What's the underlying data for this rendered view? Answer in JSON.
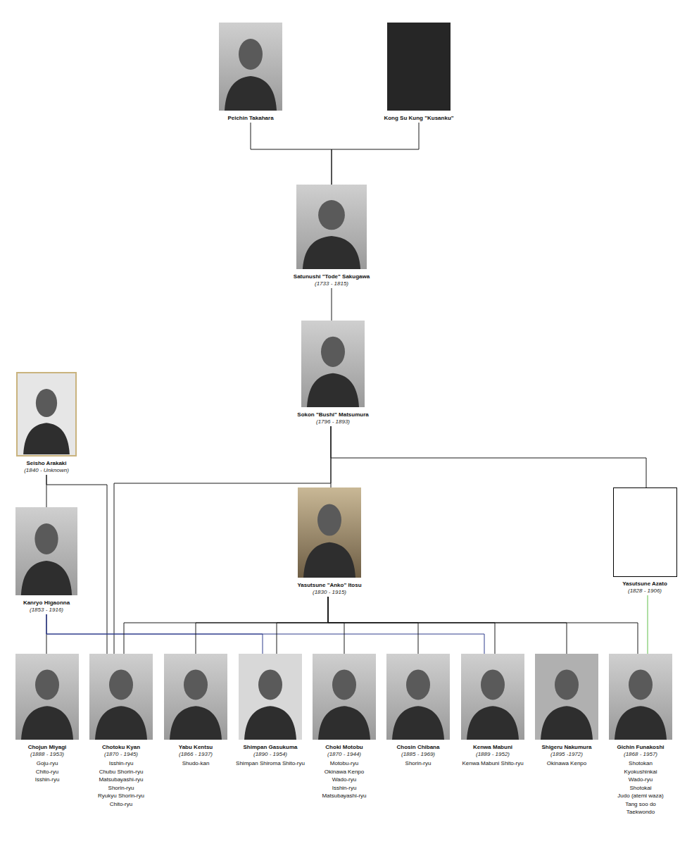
{
  "diagram": {
    "nodes": [
      {
        "text": [
          "Peichin Takahara"
        ]
      },
      {
        "text": [
          "Kong Su Kung \"Kusanku\""
        ]
      },
      {
        "text": [
          "Satunushi \"Tode\" Sakugawa",
          "(1733 - 1815)"
        ]
      },
      {
        "text": [
          "Sokon \"Bushi\" Matsumura",
          "(1796 - 1893)"
        ]
      },
      {
        "text": [
          "Seisho Arakaki",
          "(1840 - Unknown)"
        ]
      },
      {
        "text": [
          "Kanryo Higaonna",
          "(1853 - 1916)"
        ]
      },
      {
        "text": [
          "Yasutsune \"Anko\" Itosu",
          "(1830 - 1915)"
        ]
      },
      {
        "text": [
          "Yasutsune Azato",
          "(1828 - 1906)"
        ]
      },
      {
        "text": [
          "Chojun Miyagi",
          "(1888 - 1953)",
          "Goju-ryu",
          "Chito-ryu",
          "Isshin-ryu"
        ]
      },
      {
        "text": [
          "Chotoku Kyan",
          "(1870 - 1945)",
          "Isshin-ryu",
          "Chubu Shorin-ryu",
          "Matsubayashi-ryu",
          "Shorin-ryu",
          "Ryukyu Shorin-ryu",
          "Chito-ryu"
        ]
      },
      {
        "text": [
          "Yabu Kentsu",
          "(1866 - 1937)",
          "Shudo-kan"
        ]
      },
      {
        "text": [
          "Shimpan Gasukuma",
          "(1890 - 1954)",
          "Shimpan Shiroma Shito-ryu"
        ]
      },
      {
        "text": [
          "Choki Motobu",
          "(1870 - 1944)",
          "Motobu-ryu",
          "Okinawa Kenpo",
          "Wado-ryu",
          "Isshin-ryu",
          "Matsubayashi-ryu"
        ]
      },
      {
        "text": [
          "Chosin Chibana",
          "(1885 - 1969)",
          "Shorin-ryu"
        ]
      },
      {
        "text": [
          "Kenwa Mabuni",
          "(1889 - 1952)",
          "Kenwa Mabuni Shito-ryu"
        ]
      },
      {
        "text": [
          "Shigeru Nakumura",
          "(1895 -1972)",
          "Okinawa Kenpo"
        ]
      },
      {
        "text": [
          "Gichin Funakoshi",
          "(1868 - 1957)",
          "Shotokan",
          "Kyokushinkai",
          "Wado-ryu",
          "Shotokai",
          "Judo (atemi waza)",
          "Tang soo do",
          "Taekwondo"
        ]
      }
    ],
    "edges": [
      {
        "from": 0,
        "to": 2,
        "arrow": "none"
      },
      {
        "from": 1,
        "to": 2,
        "arrow": "none"
      },
      {
        "from": 2,
        "to": 3,
        "arrow": "none"
      },
      {
        "from": 3,
        "to": 6,
        "arrow": "none"
      },
      {
        "from": 3,
        "to": 7,
        "arrow": "none"
      },
      {
        "from": 3,
        "to": 9,
        "arrow": "none"
      },
      {
        "from": 4,
        "to": 5,
        "arrow": "none"
      },
      {
        "from": 4,
        "to": 9,
        "arrow": "none"
      },
      {
        "from": 5,
        "to": 8,
        "arrow": "none"
      },
      {
        "from": 5,
        "to": 11,
        "arrow": "none"
      },
      {
        "from": 5,
        "to": 14,
        "arrow": "none"
      },
      {
        "from": 6,
        "to": 9,
        "arrow": "none"
      },
      {
        "from": 6,
        "to": 10,
        "arrow": "none"
      },
      {
        "from": 6,
        "to": 11,
        "arrow": "none"
      },
      {
        "from": 6,
        "to": 12,
        "arrow": "none"
      },
      {
        "from": 6,
        "to": 13,
        "arrow": "none"
      },
      {
        "from": 6,
        "to": 14,
        "arrow": "none"
      },
      {
        "from": 6,
        "to": 15,
        "arrow": "none"
      },
      {
        "from": 6,
        "to": 16,
        "arrow": "none"
      },
      {
        "from": 7,
        "to": 16,
        "arrow": "none"
      }
    ]
  }
}
